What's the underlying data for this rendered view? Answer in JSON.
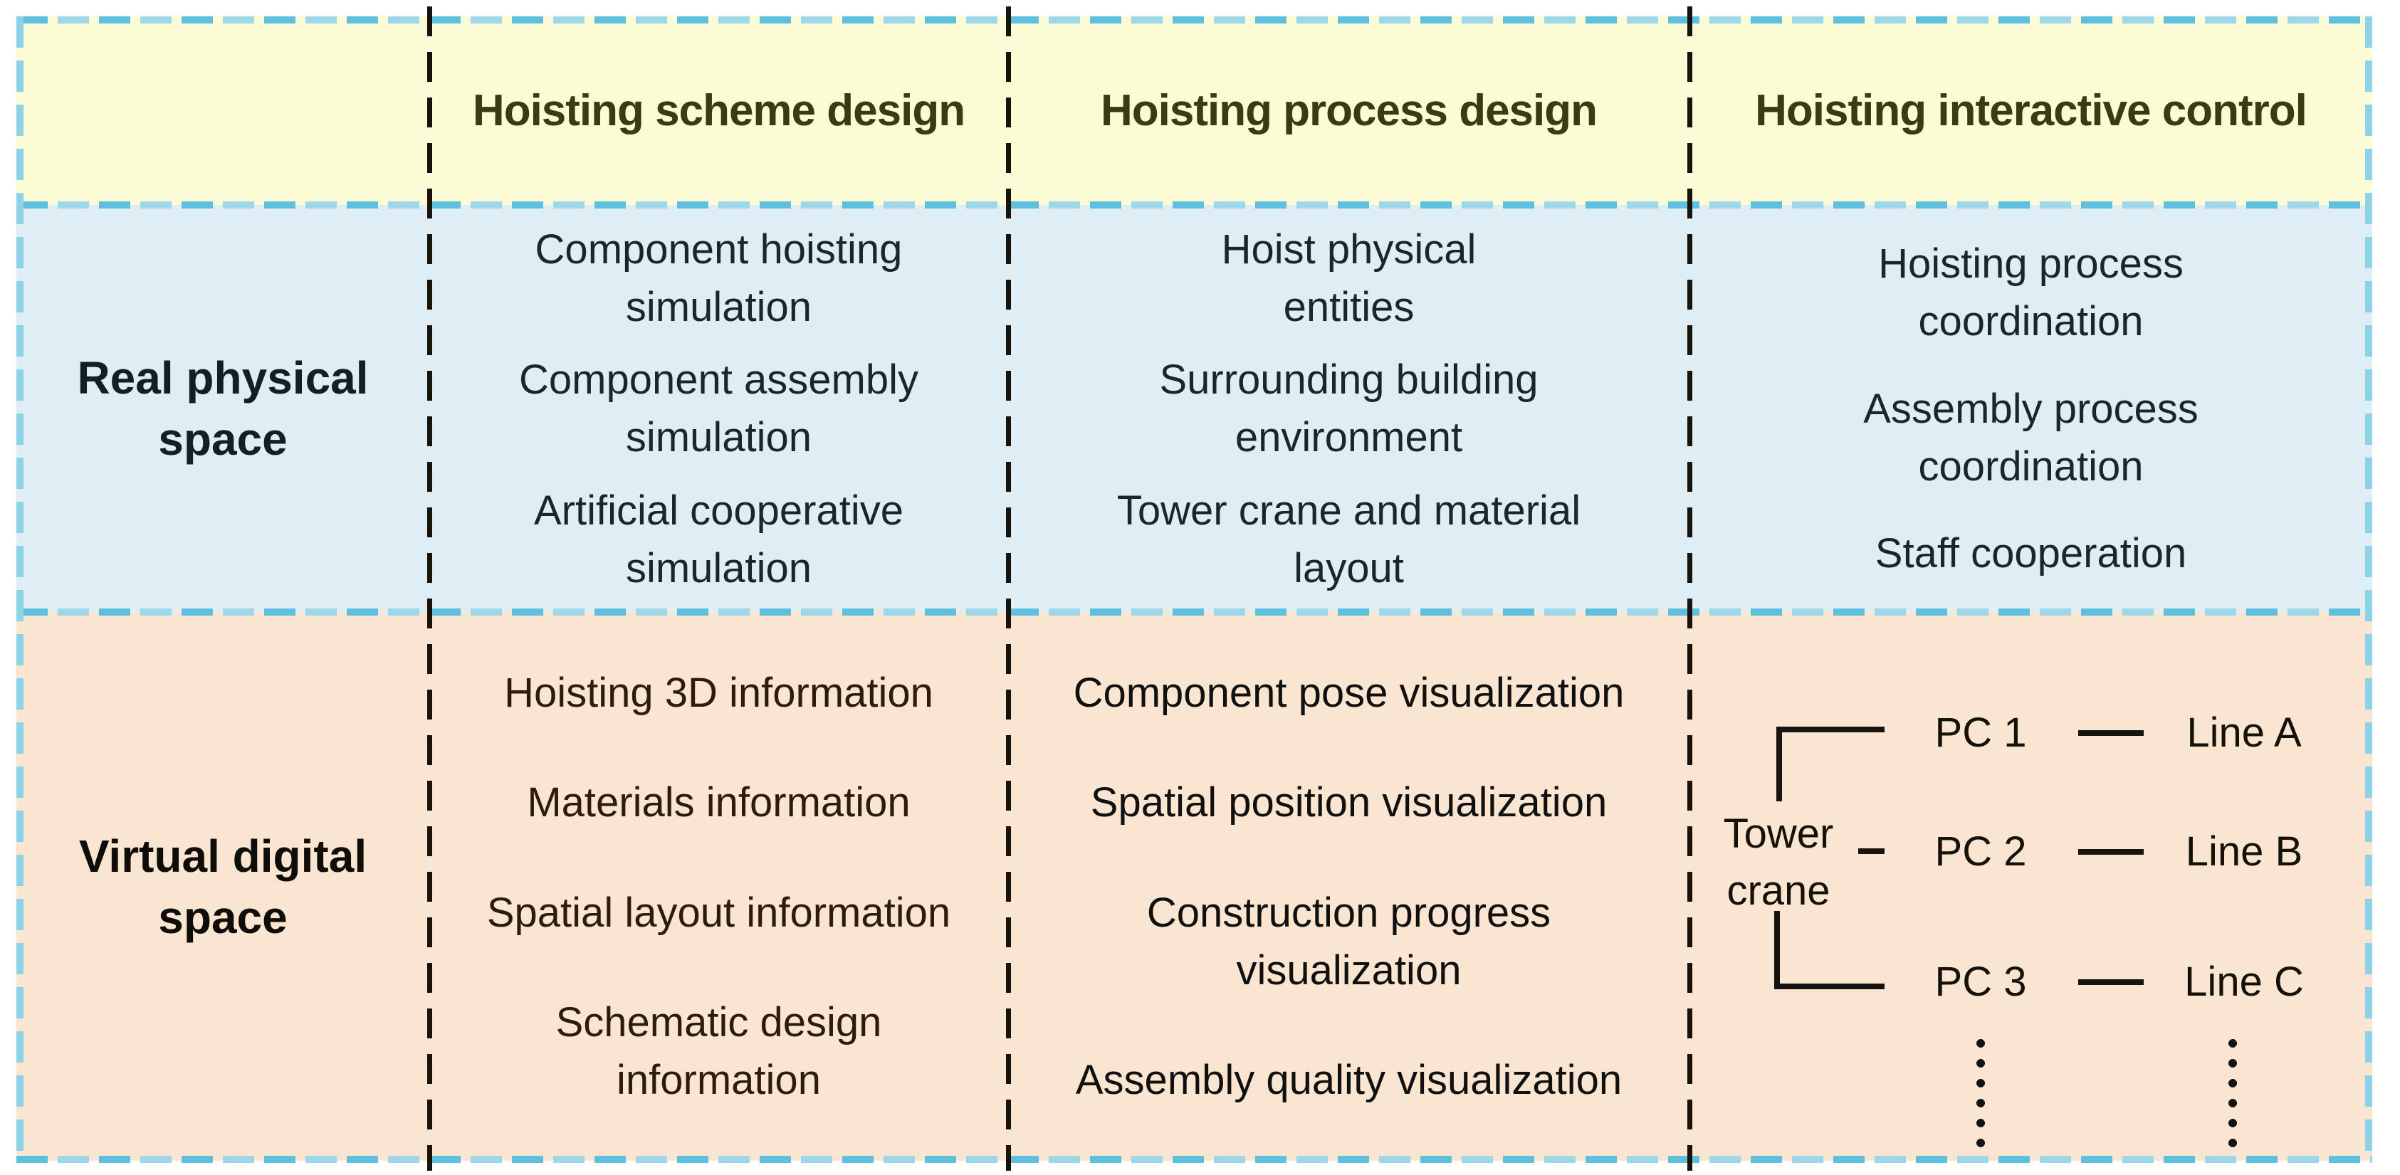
{
  "figure": {
    "column_headers": [
      "Hoisting scheme design",
      "Hoisting process design",
      "Hoisting interactive control"
    ],
    "rows": {
      "real": {
        "label": "Real physical\nspace",
        "scheme_items": [
          "Component hoisting\nsimulation",
          "Component assembly\nsimulation",
          "Artificial cooperative\nsimulation"
        ],
        "process_items": [
          "Hoist physical\nentities",
          "Surrounding building\nenvironment",
          "Tower crane and material\nlayout"
        ],
        "control_items": [
          "Hoisting process\ncoordination",
          "Assembly process\ncoordination",
          "Staff cooperation"
        ]
      },
      "virtual": {
        "label": "Virtual digital\nspace",
        "scheme_items": [
          "Hoisting 3D information",
          "Materials information",
          "Spatial layout information",
          "Schematic design\ninformation"
        ],
        "process_items": [
          "Component pose visualization",
          "Spatial position visualization",
          "Construction progress\nvisualization",
          "Assembly quality visualization"
        ],
        "control_diagram": {
          "root_label": "Tower\ncrane",
          "pc_nodes": [
            "PC 1",
            "PC 2",
            "PC 3"
          ],
          "line_nodes": [
            "Line A",
            "Line B",
            "Line C"
          ],
          "ellipsis": "⋮"
        }
      }
    },
    "colors": {
      "header_bg": "#fbfbd6",
      "real_row_bg": "#dfeef5",
      "virtual_row_bg": "#f9e5d0",
      "header_text": "#3b3b10",
      "real_text": "#19262e",
      "virtual_scheme_text": "#2e1b0c",
      "virtual_process_text": "#101010",
      "blue_dash": "#5fc0de",
      "blue_dash_light": "#9fd7ea",
      "black_dash": "#17130a"
    }
  }
}
